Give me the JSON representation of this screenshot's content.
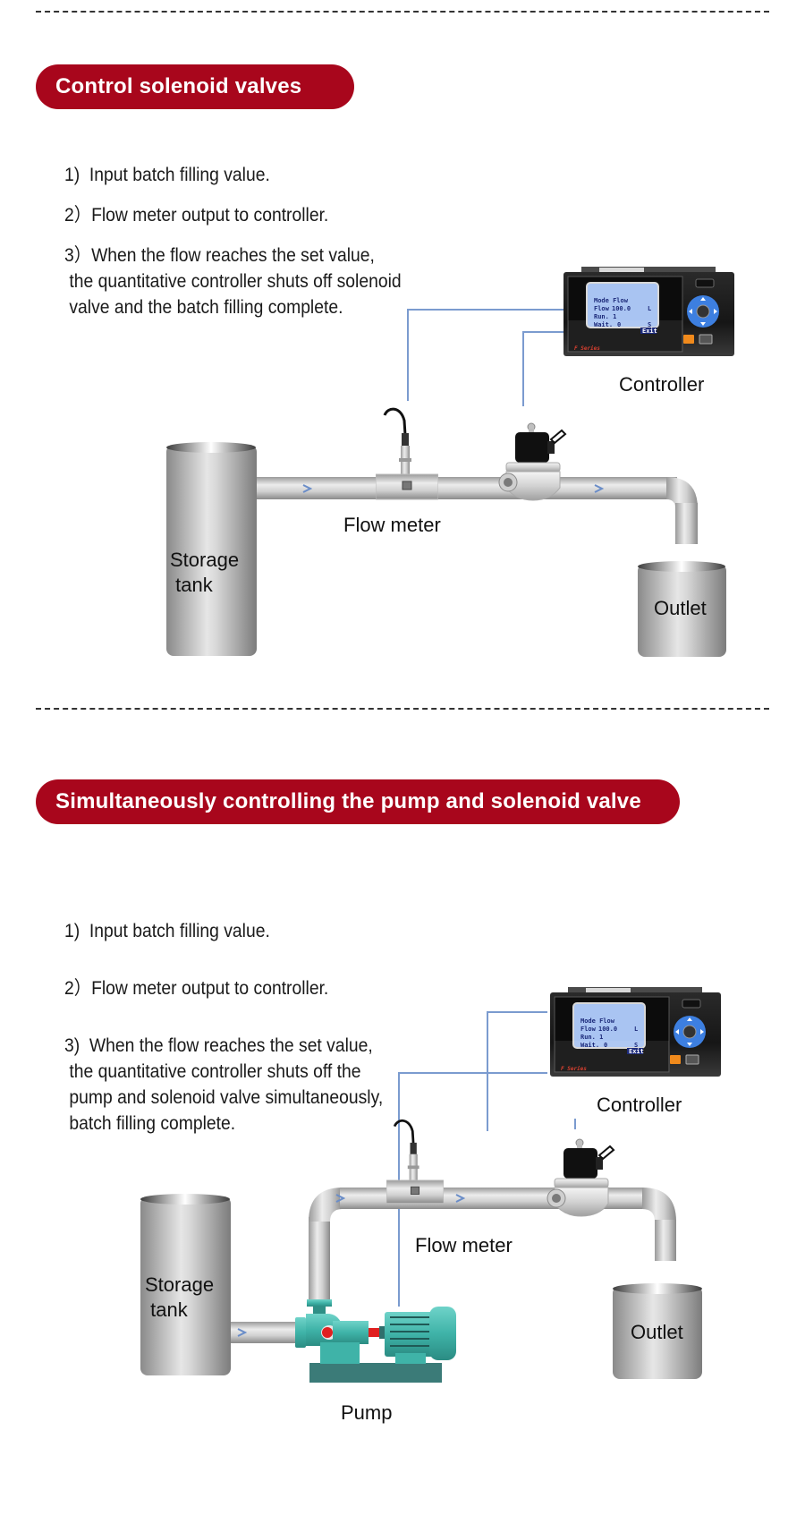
{
  "sections": [
    {
      "title": "Control solenoid valves",
      "steps": [
        "1)  Input batch filling value.",
        "2）Flow meter output to controller.",
        "3）When the flow reaches the set value,\n the quantitative controller shuts off solenoid\n valve and the batch filling complete."
      ],
      "labels": {
        "controller": "Controller",
        "flow_meter": "Flow meter",
        "storage_tank": "Storage\n tank",
        "outlet": "Outlet"
      }
    },
    {
      "title": "Simultaneously controlling the pump and solenoid valve",
      "steps": [
        "1)  Input batch filling value.",
        "2）Flow meter output to controller.",
        "3)  When the flow reaches the set value,\n the quantitative controller shuts off the\n pump and solenoid valve simultaneously,\n batch filling complete."
      ],
      "labels": {
        "controller": "Controller",
        "flow_meter": "Flow meter",
        "storage_tank": "Storage\n tank",
        "outlet": "Outlet",
        "pump": "Pump"
      }
    }
  ],
  "controller_display": {
    "line1": "Mode Flow",
    "line2_label": "Flow",
    "line2_value": "100.0",
    "line2_unit": "L",
    "line3": "Run.  1",
    "line4_label": "Wait.",
    "line4_value": "0",
    "line4_unit": "S",
    "exit_key": "Exit",
    "brand": "F Series"
  },
  "colors": {
    "accent_red": "#a8061c",
    "wire_blue": "#7b9bcf",
    "pump_teal": "#3fb3a8",
    "lcd_blue": "#a9c4f2"
  }
}
